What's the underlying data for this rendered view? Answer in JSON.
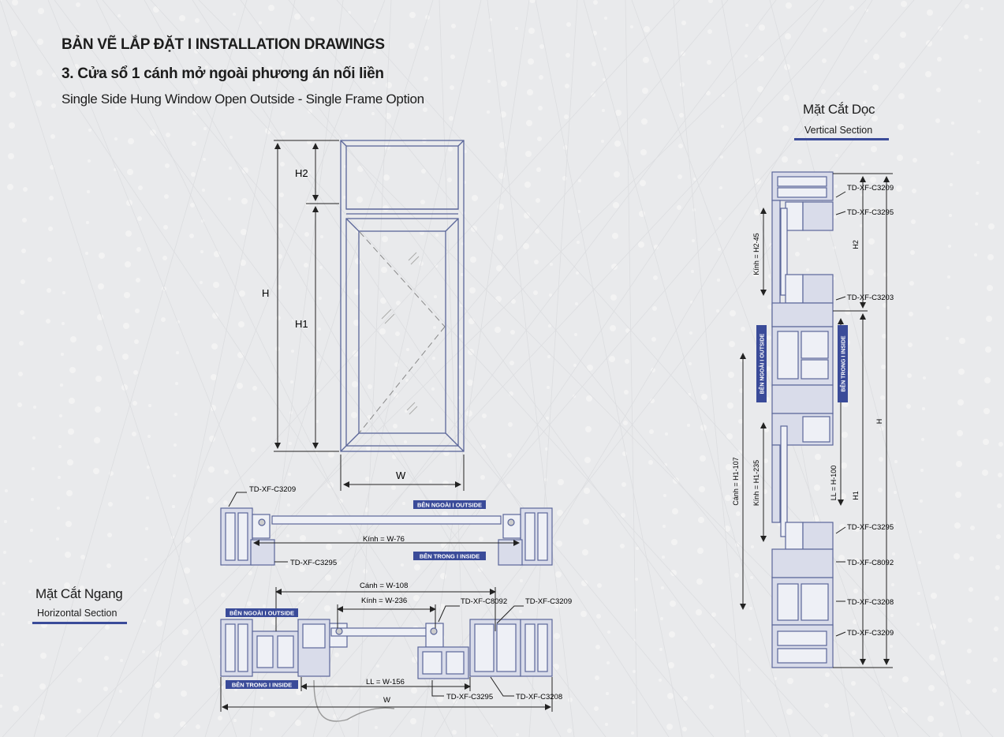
{
  "header": {
    "title": "BẢN VẼ LẮP ĐẶT  I  INSTALLATION DRAWINGS",
    "subtitle": "3. Cửa sổ 1 cánh mở ngoài phương án nối liền",
    "english": "Single Side Hung Window Open Outside - Single Frame Option"
  },
  "elevation": {
    "h": "H",
    "h1": "H1",
    "h2": "H2",
    "w": "W"
  },
  "vertical_section": {
    "title": "Mặt Cắt Dọc",
    "subtitle": "Vertical Section",
    "outside": "BÊN NGOÀI  I  OUTSIDE",
    "inside": "BÊN TRONG  I  INSIDE",
    "dims": {
      "kinh_h2": "Kính = H2-45",
      "kinh_h1": "Kính = H1-235",
      "canh": "Cánh = H1-107",
      "ll": "LL = H-100",
      "h2": "H2",
      "h1": "H1",
      "h": "H"
    },
    "labels": [
      "TD-XF-C3209",
      "TD-XF-C3295",
      "TD-XF-C3203",
      "TD-XF-C3295",
      "TD-XF-C8092",
      "TD-XF-C3208",
      "TD-XF-C3209"
    ]
  },
  "horizontal_section": {
    "title": "Mặt Cắt Ngang",
    "subtitle": "Horizontal Section",
    "upper": {
      "label_top": "TD-XF-C3209",
      "label_bottom": "TD-XF-C3295",
      "outside": "BÊN NGOÀI  I  OUTSIDE",
      "inside": "BÊN TRONG  I  INSIDE",
      "kinh": "Kính = W-76"
    },
    "lower": {
      "outside": "BÊN NGOÀI  I  OUTSIDE",
      "inside": "BÊN TRONG  I  INSIDE",
      "canh": "Cánh = W-108",
      "kinh": "Kính = W-236",
      "ll": "LL = W-156",
      "w": "W",
      "label_c8092": "TD-XF-C8092",
      "label_c3209": "TD-XF-C3209",
      "label_c3295": "TD-XF-C3295",
      "label_c3208": "TD-XF-C3208"
    }
  },
  "colors": {
    "profile": "#5b6699",
    "accent": "#3a4b99",
    "dim": "#333333"
  }
}
